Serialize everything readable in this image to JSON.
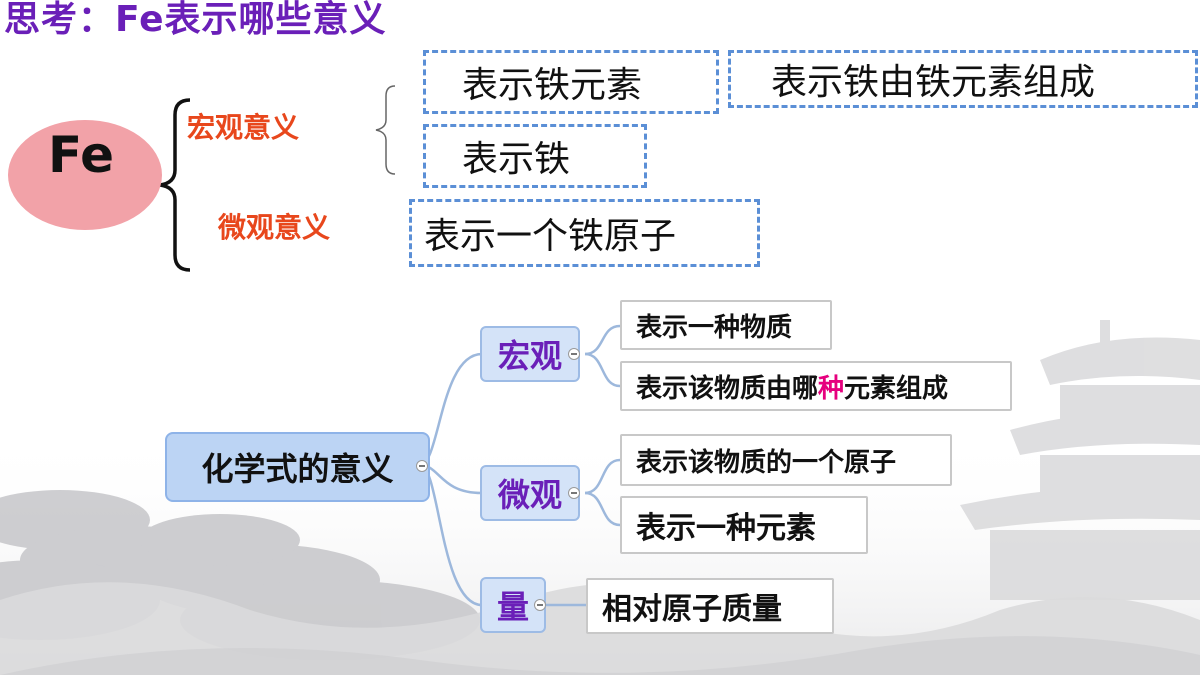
{
  "title": "思考：Fe表示哪些意义",
  "symbol": "Fe",
  "macro_label": "宏观意义",
  "micro_label": "微观意义",
  "macro_boxes": [
    "表示铁元素",
    "表示铁由铁元素组成",
    "表示铁"
  ],
  "micro_box": "表示一个铁原子",
  "mindmap": {
    "root": "化学式的意义",
    "branches": [
      {
        "label": "宏观",
        "leaves": [
          {
            "text": "表示一种物质"
          },
          {
            "pre": "表示该物质由哪",
            "highlight": "种",
            "post": "元素组成"
          }
        ]
      },
      {
        "label": "微观",
        "leaves": [
          {
            "text": "表示该物质的一个原子"
          },
          {
            "text": "表示一种元素"
          }
        ]
      },
      {
        "label": "量",
        "leaves": [
          {
            "text": "相对原子质量"
          }
        ]
      }
    ]
  },
  "colors": {
    "title": "#6a1fb8",
    "category": "#e8471c",
    "highlight": "#e6007e",
    "dashed": "#5b8fd6",
    "branch_line": "#9db8dc"
  }
}
